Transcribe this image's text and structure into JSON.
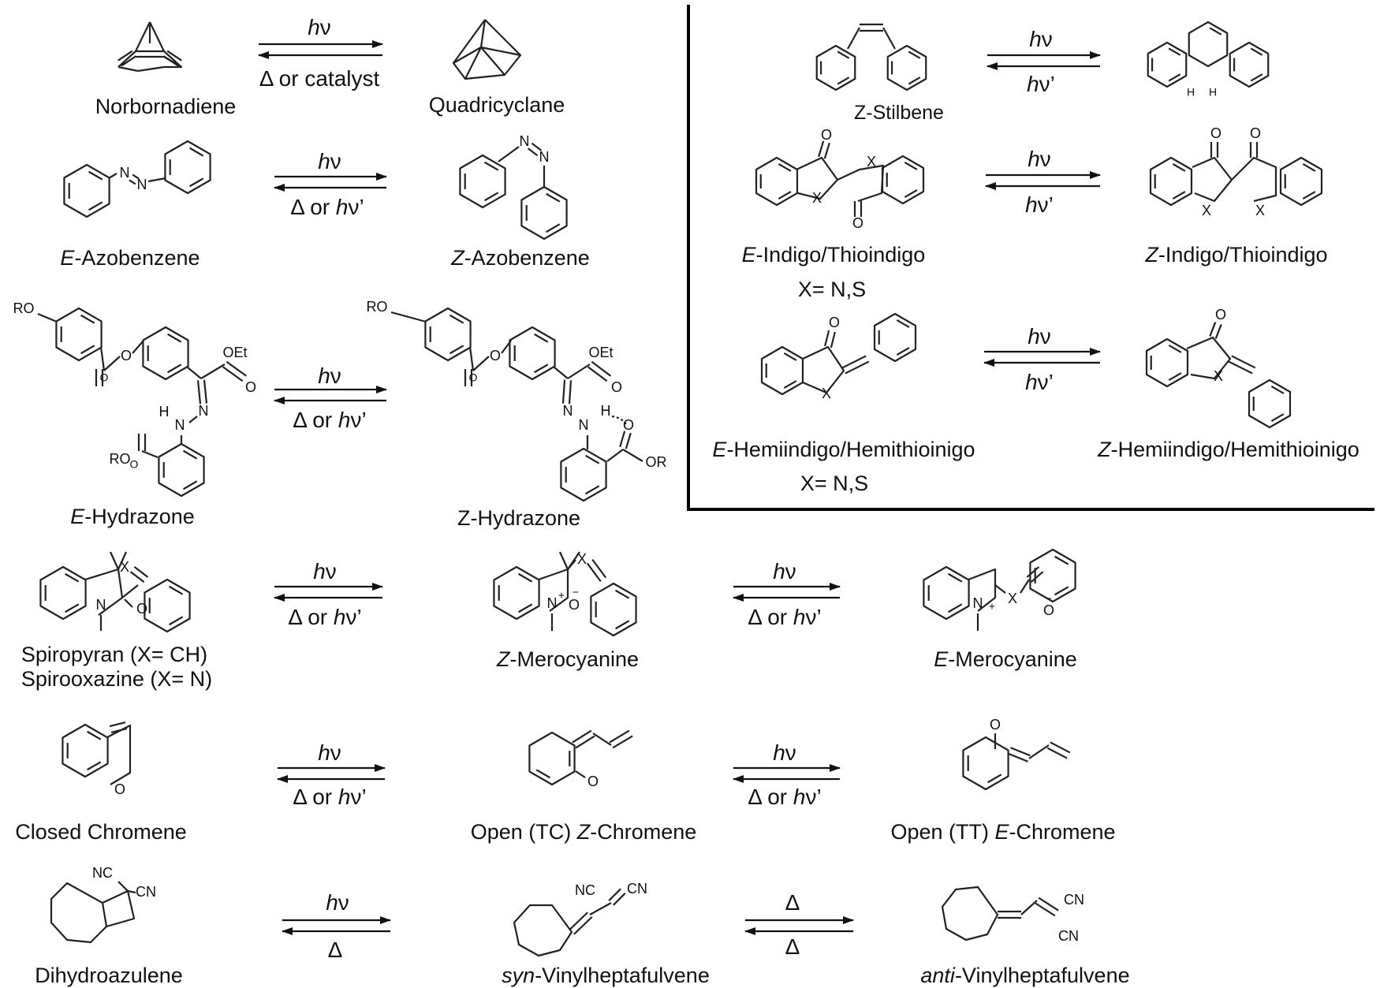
{
  "compounds": {
    "norbornadiene": "Norbornadiene",
    "quadricyclane": "Quadricyclane",
    "e_azobenzene": {
      "prefix": "E",
      "name": "-Azobenzene"
    },
    "z_azobenzene": {
      "prefix": "Z",
      "name": "-Azobenzene"
    },
    "e_hydrazone": {
      "prefix": "E",
      "name": "-Hydrazone"
    },
    "z_hydrazone": "Z-Hydrazone",
    "spiropyran": "Spiropyran (X= CH)",
    "spirooxazine": "Spirooxazine (X= N)",
    "z_merocyanine": {
      "prefix": "Z",
      "name": "-Merocyanine"
    },
    "e_merocyanine": {
      "prefix": "E",
      "name": "-Merocyanine"
    },
    "closed_chromene": "Closed Chromene",
    "open_tc_chromene": {
      "pre": "Open (TC) ",
      "prefix": "Z",
      "name": "-Chromene"
    },
    "open_tt_chromene": {
      "pre": "Open (TT) ",
      "prefix": "E",
      "name": "-Chromene"
    },
    "dihydroazulene": "Dihydroazulene",
    "syn_vhf": {
      "prefix": "syn",
      "name": "-Vinylheptafulvene"
    },
    "anti_vhf": {
      "prefix": "anti",
      "name": "-Vinylheptafulvene"
    },
    "z_stilbene": "Z-Stilbene",
    "e_indigo": {
      "prefix": "E",
      "name": "-Indigo/Thioindigo"
    },
    "z_indigo": {
      "prefix": "Z",
      "name": "-Indigo/Thioindigo"
    },
    "indigo_x": "X= N,S",
    "e_hemiindigo": {
      "prefix": "E",
      "name": "-Hemiindigo/Hemithioinigo"
    },
    "z_hemiindigo": {
      "prefix": "Z",
      "name": "-Hemiindigo/Hemithioinigo"
    },
    "hemiindigo_x": "X= N,S"
  },
  "conditions": {
    "hv": {
      "h": "h",
      "nu": "ν"
    },
    "hv_prime": {
      "h": "h",
      "nu": "ν’"
    },
    "delta": "Δ",
    "delta_or_catalyst": "Δ or catalyst",
    "delta_or": "Δ or ",
    "hv_prime_short": "hν’"
  },
  "atoms": {
    "N": "N",
    "O": "O",
    "X": "X",
    "H": "H",
    "RO": "RO",
    "OR": "OR",
    "OEt": "OEt",
    "NC": "NC",
    "CN": "CN",
    "plus": "+",
    "minus": "−"
  }
}
